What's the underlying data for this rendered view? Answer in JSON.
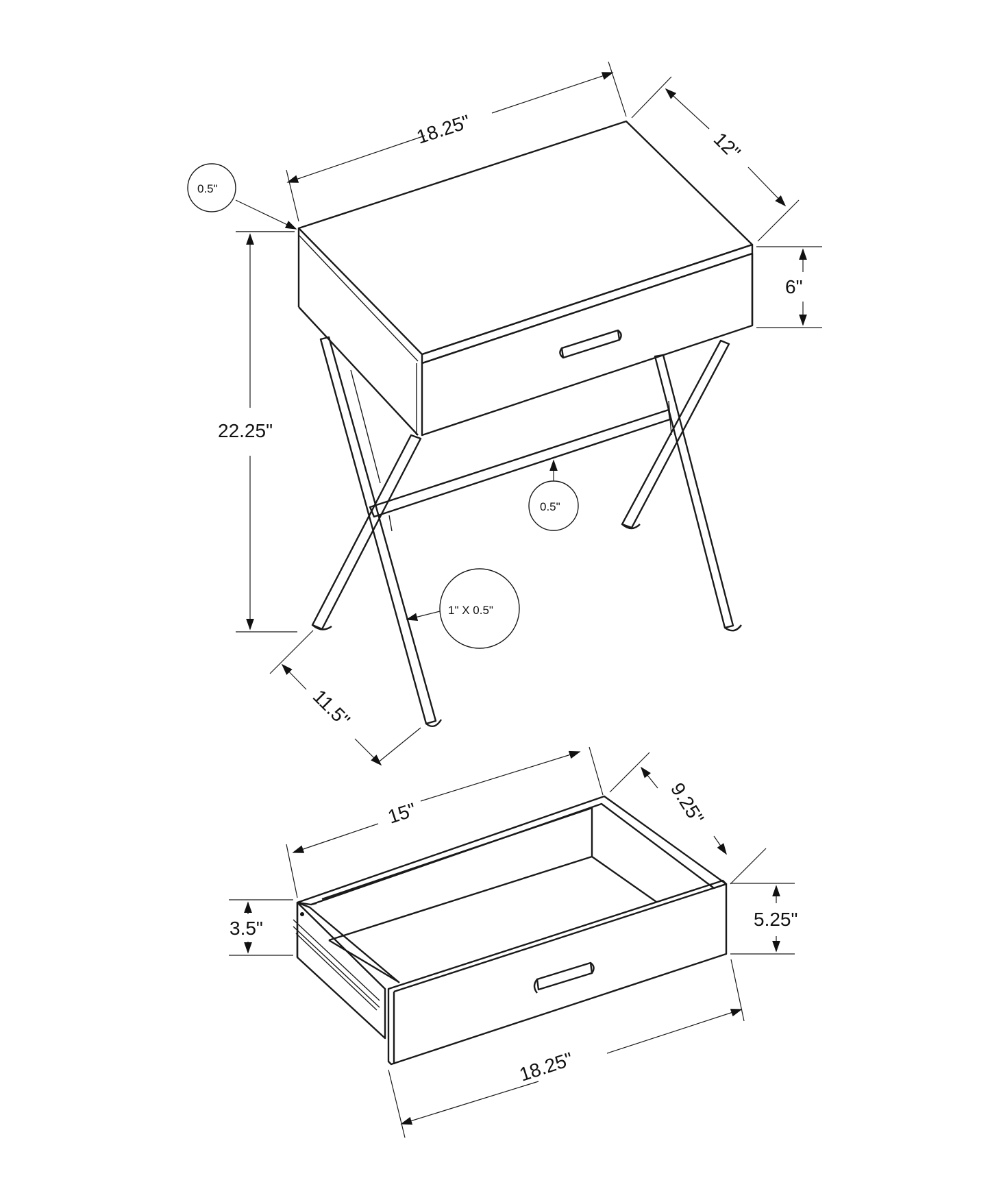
{
  "diagram": {
    "type": "furniture-dimension-drawing",
    "subject": "end table with drawer and X-legs",
    "table": {
      "top_width": "18.25\"",
      "top_depth": "12\"",
      "top_thickness_callout": "0.5\"",
      "apron_height": "6\"",
      "overall_height": "22.25\"",
      "leg_footprint_depth": "11.5\"",
      "stretcher_callout": "0.5\"",
      "leg_profile_callout": "1\" X 0.5\""
    },
    "drawer": {
      "interior_width": "15\"",
      "interior_depth": "9.25\"",
      "side_height": "3.5\"",
      "front_height": "5.25\"",
      "front_width": "18.25\""
    },
    "colors": {
      "line": "#1a1a1a",
      "background": "#ffffff"
    }
  }
}
